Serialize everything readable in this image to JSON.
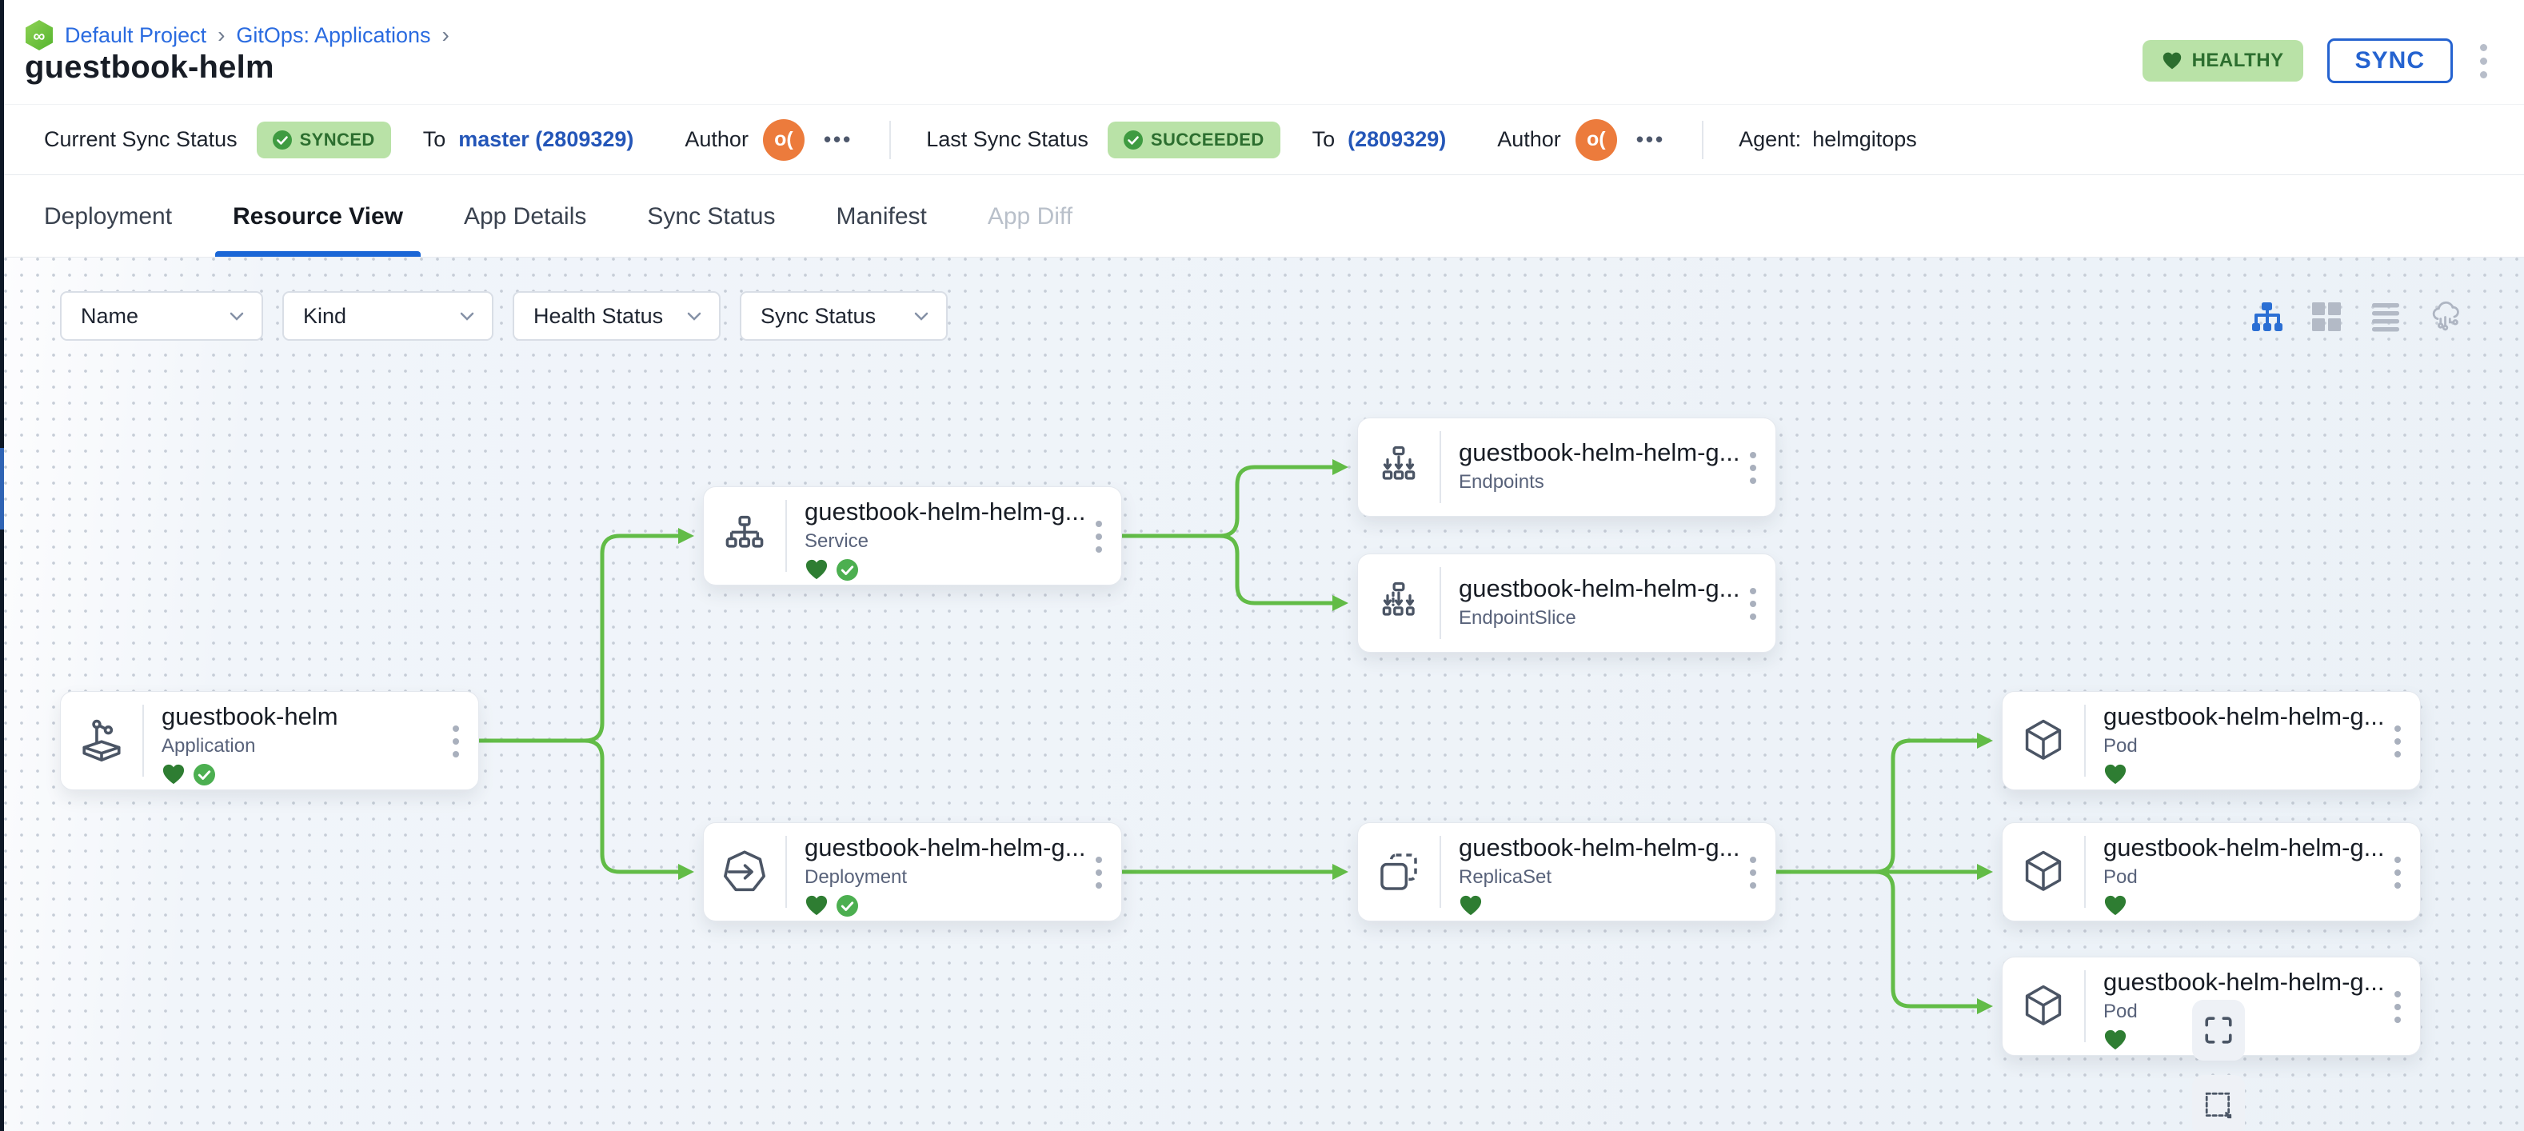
{
  "colors": {
    "accent_blue": "#1a66d6",
    "link_blue": "#2456b8",
    "edge_green": "#62bc47",
    "healthy_heart_green": "#2e7d32",
    "synced_check_green": "#4caf50",
    "badge_bg_green": "#b9e2a7",
    "badge_text_green": "#2c6e2f",
    "avatar_orange": "#ec7b3c"
  },
  "breadcrumb": {
    "logo_icon": "codefresh-logo",
    "items": [
      "Default Project",
      "GitOps: Applications"
    ],
    "separator": "›"
  },
  "header": {
    "title": "guestbook-helm",
    "health_badge": "HEALTHY",
    "health_icon": "heart-icon",
    "sync_button": "SYNC",
    "more_menu_icon": "kebab-menu-icon"
  },
  "status_bar": {
    "current": {
      "label": "Current Sync Status",
      "badge": "SYNCED",
      "badge_icon": "check-circle-icon",
      "to_label": "To",
      "revision": "master (2809329)",
      "author_label": "Author",
      "avatar_text": "o(",
      "more": "•••"
    },
    "last": {
      "label": "Last Sync Status",
      "badge": "SUCCEEDED",
      "badge_icon": "check-circle-icon",
      "to_label": "To",
      "revision": "(2809329)",
      "author_label": "Author",
      "avatar_text": "o(",
      "more": "•••"
    },
    "agent": {
      "label": "Agent:",
      "value": "helmgitops"
    }
  },
  "tabs": {
    "items": [
      {
        "label": "Deployment",
        "state": "default"
      },
      {
        "label": "Resource View",
        "state": "active"
      },
      {
        "label": "App Details",
        "state": "default"
      },
      {
        "label": "Sync Status",
        "state": "default"
      },
      {
        "label": "Manifest",
        "state": "default"
      },
      {
        "label": "App Diff",
        "state": "disabled"
      }
    ]
  },
  "filters": {
    "name": "Name",
    "kind": "Kind",
    "health_status": "Health Status",
    "sync_status": "Sync Status",
    "chevron_icon": "chevron-down-icon"
  },
  "view_toggles": {
    "active": "tree-view",
    "icons": [
      "tree-view-icon",
      "grid-view-icon",
      "list-view-icon",
      "cloud-view-icon"
    ]
  },
  "canvas": {
    "nodes": [
      {
        "title": "guestbook-helm",
        "kind": "Application",
        "health": "Healthy",
        "sync": "Synced",
        "icon": "application-icon"
      },
      {
        "title": "guestbook-helm-helm-g...",
        "kind": "Service",
        "health": "Healthy",
        "sync": "Synced",
        "icon": "service-icon"
      },
      {
        "title": "guestbook-helm-helm-g...",
        "kind": "Endpoints",
        "health": null,
        "sync": null,
        "icon": "endpoints-icon"
      },
      {
        "title": "guestbook-helm-helm-g...",
        "kind": "EndpointSlice",
        "health": null,
        "sync": null,
        "icon": "endpointslice-icon"
      },
      {
        "title": "guestbook-helm-helm-g...",
        "kind": "Deployment",
        "health": "Healthy",
        "sync": "Synced",
        "icon": "deployment-icon"
      },
      {
        "title": "guestbook-helm-helm-g...",
        "kind": "ReplicaSet",
        "health": "Healthy",
        "sync": null,
        "icon": "replicaset-icon"
      },
      {
        "title": "guestbook-helm-helm-g...",
        "kind": "Pod",
        "health": "Healthy",
        "sync": null,
        "icon": "pod-icon"
      },
      {
        "title": "guestbook-helm-helm-g...",
        "kind": "Pod",
        "health": "Healthy",
        "sync": null,
        "icon": "pod-icon"
      },
      {
        "title": "guestbook-helm-helm-g...",
        "kind": "Pod",
        "health": "Healthy",
        "sync": null,
        "icon": "pod-icon"
      }
    ],
    "edges": [
      {
        "from": "Application",
        "to": "Service"
      },
      {
        "from": "Application",
        "to": "Deployment"
      },
      {
        "from": "Service",
        "to": "Endpoints"
      },
      {
        "from": "Service",
        "to": "EndpointSlice"
      },
      {
        "from": "Deployment",
        "to": "ReplicaSet"
      },
      {
        "from": "ReplicaSet",
        "to": "Pod"
      },
      {
        "from": "ReplicaSet",
        "to": "Pod"
      },
      {
        "from": "ReplicaSet",
        "to": "Pod"
      }
    ],
    "controls": {
      "fit_view_icon": "expand-icon",
      "select_icon": "marquee-icon"
    }
  }
}
